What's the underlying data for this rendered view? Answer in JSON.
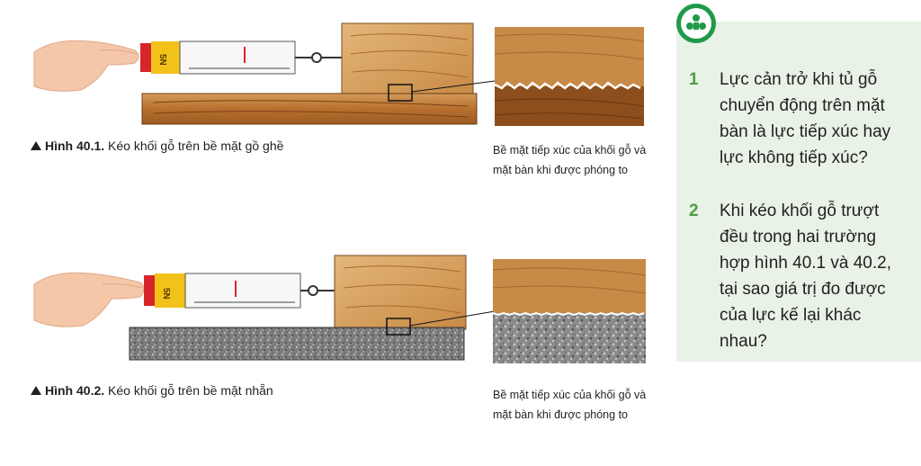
{
  "figures": [
    {
      "id": "40.1",
      "caption_label": "Hình 40.1.",
      "caption_text": " Kéo khối gỗ trên bề mặt gồ ghề",
      "zoom_caption": "Bề mặt tiếp xúc của khối gỗ và mặt bàn khi được phóng to",
      "surface": "wood"
    },
    {
      "id": "40.2",
      "caption_label": "Hình 40.2.",
      "caption_text": " Kéo khối gỗ trên bề mặt nhẵn",
      "zoom_caption": "Bề mặt tiếp xúc của khối gỗ và mặt bàn khi được phóng to",
      "surface": "stone"
    }
  ],
  "spring_scale_label": "5N",
  "questions": [
    {
      "number": "1",
      "text": "Lực cản trở khi tủ gỗ chuyển động trên mặt bàn là lực tiếp xúc hay lực không tiếp xúc?"
    },
    {
      "number": "2",
      "text": "Khi kéo khối gỗ trượt đều trong hai trường hợp hình 40.1 và 40.2, tại sao giá trị đo được của lực kế lại khác nhau?"
    }
  ],
  "icon": "group-discussion-icon",
  "colors": {
    "accent_green": "#4d9a46",
    "panel_bg": "#e8f2e6",
    "wood": "#b8702e",
    "stone": "#7a7a7a"
  }
}
